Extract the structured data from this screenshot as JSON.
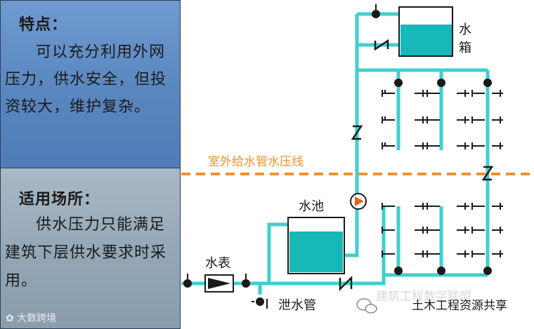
{
  "features": {
    "title": "特点：",
    "body": "可以充分利用外网压力，供水安全，但投资较大，维护复杂。"
  },
  "applicability": {
    "title": "适用场所：",
    "body": "供水压力只能满足建筑下层供水要求时采用。"
  },
  "labels": {
    "tank": "水箱",
    "pool": "水池",
    "meter": "水表",
    "drain": "泄水管",
    "pressure_line": "室外给水管水压线"
  },
  "watermarks": {
    "left": "大数跨境",
    "right": "土木工程资源共享",
    "faded": "建筑工程数字联盟"
  },
  "colors": {
    "pipe": "#3fcfcf",
    "water": "#17b8b8",
    "pressure_line": "#f0922c",
    "pump": "#e3641c",
    "top_panel": "#5a86c0",
    "bottom_panel": "#93a6b5"
  }
}
